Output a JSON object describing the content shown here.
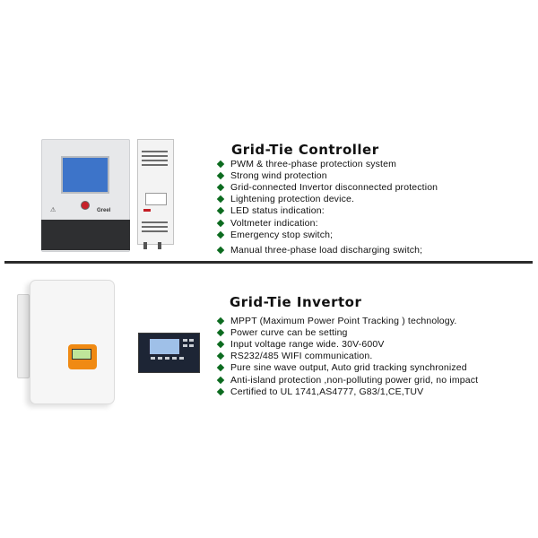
{
  "controller": {
    "title": "Grid-Tie Controller",
    "brand": "Greel",
    "features": [
      "PWM & three-phase protection system",
      "Strong wind protection",
      "Grid-connected Invertor disconnected protection",
      "Lightening protection device.",
      "LED status indication:",
      "Voltmeter indication:",
      "Emergency stop switch;",
      "Manual three-phase load discharging switch;"
    ]
  },
  "inverter": {
    "title": "Grid-Tie Invertor",
    "features": [
      "MPPT (Maximum Power Point Tracking ) technology.",
      "Power curve can be setting",
      "Input voltage range wide. 30V-600V",
      "RS232/485 WIFI communication.",
      "Pure sine wave output, Auto grid tracking synchronized",
      "Anti-island protection ,non-polluting power grid, no impact",
      "Certified to UL 1741,AS4777, G83/1,CE,TUV"
    ]
  },
  "colors": {
    "bullet": "#0c6b1f",
    "divider": "#2b2b2b",
    "inverter_display": "#f08a13"
  }
}
